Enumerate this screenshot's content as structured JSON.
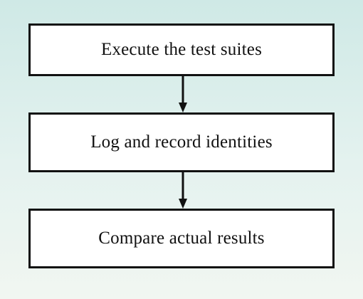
{
  "diagram": {
    "type": "flowchart",
    "direction": "top-to-bottom",
    "steps": [
      {
        "label": "Execute the test suites"
      },
      {
        "label": "Log and record identities"
      },
      {
        "label": "Compare actual results"
      }
    ],
    "colors": {
      "background_top": "#cfe9e6",
      "background_bottom": "#f1f6f1",
      "box_fill": "#ffffff",
      "box_border": "#111111",
      "arrow": "#111111"
    }
  }
}
